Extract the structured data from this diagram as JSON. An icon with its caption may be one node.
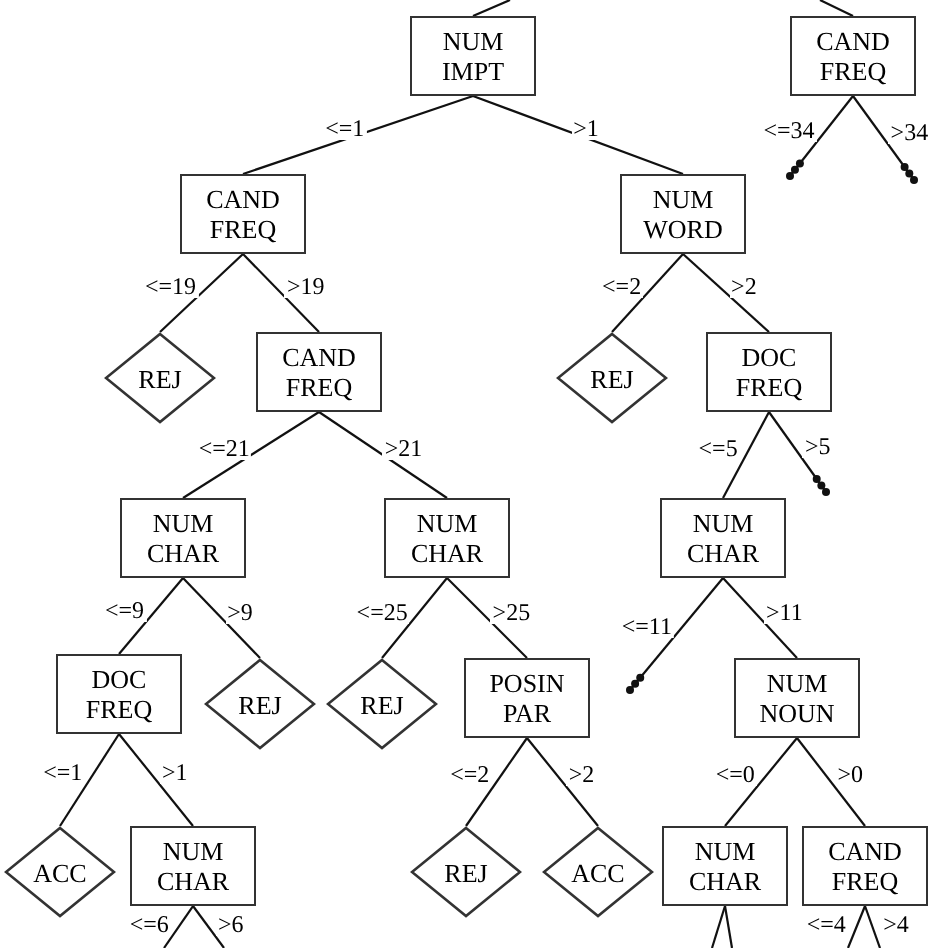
{
  "diagram": {
    "nodes": [
      {
        "text": [
          "NUM IMPT"
        ]
      },
      {
        "text": [
          "CAND FREQ"
        ]
      },
      {
        "text": [
          "CAND FREQ"
        ]
      },
      {
        "text": [
          "NUM WORD"
        ]
      },
      {
        "text": [
          "REJ"
        ]
      },
      {
        "text": [
          "CAND FREQ"
        ]
      },
      {
        "text": [
          "REJ"
        ]
      },
      {
        "text": [
          "DOC FREQ"
        ]
      },
      {
        "text": [
          "NUM CHAR"
        ]
      },
      {
        "text": [
          "NUM CHAR"
        ]
      },
      {
        "text": [
          "NUM CHAR"
        ]
      },
      {
        "text": [
          "DOC FREQ"
        ]
      },
      {
        "text": [
          "REJ"
        ]
      },
      {
        "text": [
          "REJ"
        ]
      },
      {
        "text": [
          "POSIN PAR"
        ]
      },
      {
        "text": [
          "NUM NOUN"
        ]
      },
      {
        "text": [
          "ACC"
        ]
      },
      {
        "text": [
          "NUM CHAR"
        ]
      },
      {
        "text": [
          "REJ"
        ]
      },
      {
        "text": [
          "ACC"
        ]
      },
      {
        "text": [
          "NUM CHAR"
        ]
      },
      {
        "text": [
          "CAND FREQ"
        ]
      }
    ],
    "edges": [
      {
        "from": null,
        "to": 0,
        "arrow": "none"
      },
      {
        "from": null,
        "to": 1,
        "arrow": "none"
      },
      {
        "from": 0,
        "to": 2,
        "arrow": "none",
        "label": "<=1"
      },
      {
        "from": 0,
        "to": 3,
        "arrow": "none",
        "label": ">1"
      },
      {
        "from": 1,
        "to": null,
        "arrow": "other",
        "label": "<=34"
      },
      {
        "from": 1,
        "to": null,
        "arrow": "other",
        "label": ">34"
      },
      {
        "from": 2,
        "to": 4,
        "arrow": "none",
        "label": "<=19"
      },
      {
        "from": 2,
        "to": 5,
        "arrow": "none",
        "label": ">19"
      },
      {
        "from": 3,
        "to": 6,
        "arrow": "none",
        "label": "<=2"
      },
      {
        "from": 3,
        "to": 7,
        "arrow": "none",
        "label": ">2"
      },
      {
        "from": 5,
        "to": 8,
        "arrow": "none",
        "label": "<=21"
      },
      {
        "from": 5,
        "to": 9,
        "arrow": "none",
        "label": ">21"
      },
      {
        "from": 7,
        "to": 10,
        "arrow": "none",
        "label": "<=5"
      },
      {
        "from": 7,
        "to": null,
        "arrow": "other",
        "label": ">5"
      },
      {
        "from": 8,
        "to": 11,
        "arrow": "none",
        "label": "<=9"
      },
      {
        "from": 8,
        "to": 12,
        "arrow": "none",
        "label": ">9"
      },
      {
        "from": 9,
        "to": 13,
        "arrow": "none",
        "label": "<=25"
      },
      {
        "from": 9,
        "to": 14,
        "arrow": "none",
        "label": ">25"
      },
      {
        "from": 10,
        "to": null,
        "arrow": "other",
        "label": "<=11"
      },
      {
        "from": 10,
        "to": 15,
        "arrow": "none",
        "label": ">11"
      },
      {
        "from": 11,
        "to": 16,
        "arrow": "none",
        "label": "<=1"
      },
      {
        "from": 11,
        "to": 17,
        "arrow": "none",
        "label": ">1"
      },
      {
        "from": 14,
        "to": 18,
        "arrow": "none",
        "label": "<=2"
      },
      {
        "from": 14,
        "to": 19,
        "arrow": "none",
        "label": ">2"
      },
      {
        "from": 15,
        "to": 20,
        "arrow": "none",
        "label": "<=0"
      },
      {
        "from": 15,
        "to": 21,
        "arrow": "none",
        "label": ">0"
      },
      {
        "from": 17,
        "to": null,
        "arrow": "none",
        "label": "<=6"
      },
      {
        "from": 17,
        "to": null,
        "arrow": "none",
        "label": ">6"
      },
      {
        "from": 20,
        "to": null,
        "arrow": "none"
      },
      {
        "from": 20,
        "to": null,
        "arrow": "none"
      },
      {
        "from": 21,
        "to": null,
        "arrow": "none",
        "label": "<=4"
      },
      {
        "from": 21,
        "to": null,
        "arrow": "none",
        "label": ">4"
      }
    ]
  }
}
